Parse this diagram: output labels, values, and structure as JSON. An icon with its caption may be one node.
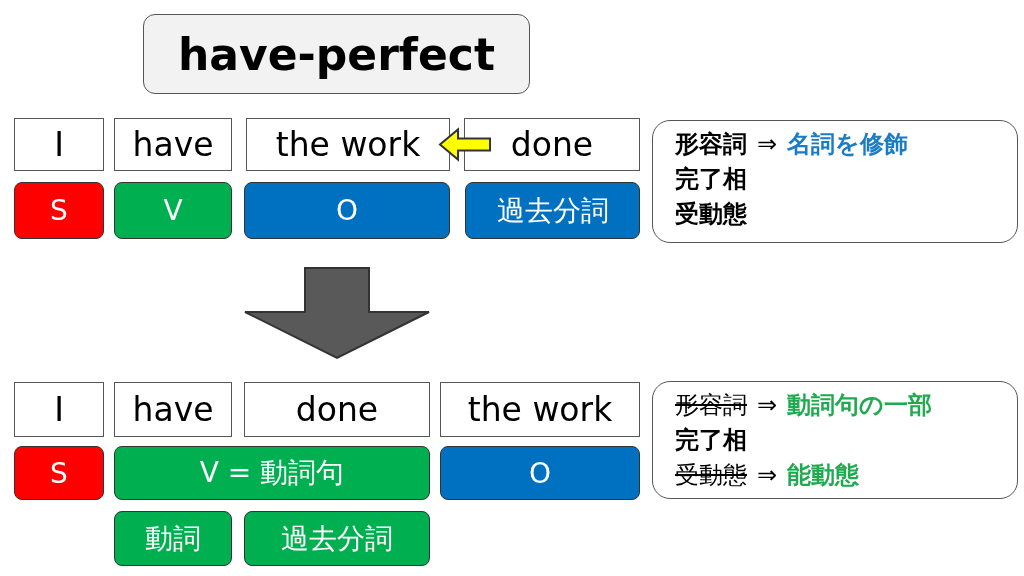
{
  "diagram": {
    "title": "have-perfect",
    "nodes": [
      {
        "text": [
          "I"
        ]
      },
      {
        "text": [
          "have"
        ]
      },
      {
        "text": [
          "the work"
        ]
      },
      {
        "text": [
          "done"
        ]
      },
      {
        "text": [
          "S"
        ]
      },
      {
        "text": [
          "V"
        ]
      },
      {
        "text": [
          "O"
        ]
      },
      {
        "text": [
          "過去分詞"
        ]
      },
      {
        "text": [
          "形容詞",
          "⇒",
          "名詞を修飾",
          "完了相",
          "受動態"
        ]
      },
      {
        "text": [
          "I"
        ]
      },
      {
        "text": [
          "have"
        ]
      },
      {
        "text": [
          "done"
        ]
      },
      {
        "text": [
          "the work"
        ]
      },
      {
        "text": [
          "S"
        ]
      },
      {
        "text": [
          "V = 動詞句"
        ]
      },
      {
        "text": [
          "O"
        ]
      },
      {
        "text": [
          "動詞"
        ]
      },
      {
        "text": [
          "過去分詞"
        ]
      },
      {
        "text": [
          "形容詞",
          "⇒",
          "動詞句の一部",
          "完了相",
          "受動態",
          "⇒",
          "能動態"
        ]
      }
    ],
    "edges": [
      {
        "from": 3,
        "to": 2,
        "arrow": "to",
        "style": "thick",
        "color": "#ffff00"
      },
      {
        "from": 6,
        "to": 11,
        "arrow": "to",
        "style": "thick",
        "color": "#595959"
      }
    ]
  }
}
